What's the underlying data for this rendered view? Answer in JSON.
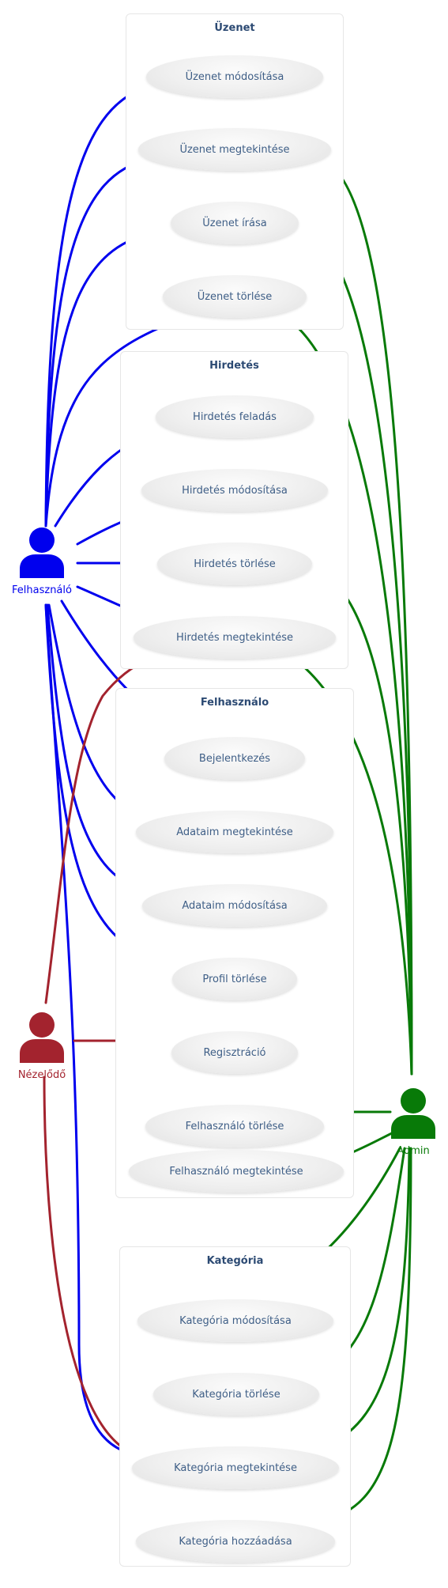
{
  "diagram": {
    "colors": {
      "felhasznalo": "#0000ee",
      "nezelodo": "#a3232e",
      "admin": "#087a08",
      "package_title": "#2c4a73",
      "usecase_text": "#3e5e86"
    },
    "packages": {
      "uzenet": {
        "title": "Üzenet"
      },
      "hirdetes": {
        "title": "Hirdetés"
      },
      "felhasznalo": {
        "title": "Felhasználo"
      },
      "kategoria": {
        "title": "Kategória"
      }
    },
    "actors": {
      "felhasznalo": {
        "label": "Felhasználó",
        "icon": "user-icon"
      },
      "nezelodo": {
        "label": "Nézelődő",
        "icon": "user-icon"
      },
      "admin": {
        "label": "Admin",
        "icon": "user-icon"
      }
    },
    "usecases": {
      "uzenet_mod": "Üzenet módosítása",
      "uzenet_megt": "Üzenet megtekintése",
      "uzenet_iras": "Üzenet írása",
      "uzenet_torl": "Üzenet törlése",
      "hird_felad": "Hirdetés feladás",
      "hird_mod": "Hirdetés módosítása",
      "hird_torl": "Hirdetés törlése",
      "hird_megt": "Hirdetés megtekintése",
      "bejelentkezes": "Bejelentkezés",
      "adataim_megt": "Adataim megtekintése",
      "adataim_mod": "Adataim módosítása",
      "profil_torl": "Profil törlése",
      "regisztracio": "Regisztráció",
      "felh_torl": "Felhasználó törlése",
      "felh_megt": "Felhasználó megtekintése",
      "kat_mod": "Kategória módosítása",
      "kat_torl": "Kategória törlése",
      "kat_megt": "Kategória megtekintése",
      "kat_hozza": "Kategória hozzáadása"
    },
    "associations": [
      {
        "actor": "felhasznalo",
        "usecase": "uzenet_mod"
      },
      {
        "actor": "felhasznalo",
        "usecase": "uzenet_megt"
      },
      {
        "actor": "felhasznalo",
        "usecase": "uzenet_iras"
      },
      {
        "actor": "felhasznalo",
        "usecase": "uzenet_torl"
      },
      {
        "actor": "felhasznalo",
        "usecase": "hird_felad"
      },
      {
        "actor": "felhasznalo",
        "usecase": "hird_mod"
      },
      {
        "actor": "felhasznalo",
        "usecase": "hird_torl"
      },
      {
        "actor": "felhasznalo",
        "usecase": "hird_megt"
      },
      {
        "actor": "felhasznalo",
        "usecase": "bejelentkezes"
      },
      {
        "actor": "felhasznalo",
        "usecase": "adataim_megt"
      },
      {
        "actor": "felhasznalo",
        "usecase": "adataim_mod"
      },
      {
        "actor": "felhasznalo",
        "usecase": "profil_torl"
      },
      {
        "actor": "felhasznalo",
        "usecase": "kat_megt"
      },
      {
        "actor": "nezelodo",
        "usecase": "hird_megt"
      },
      {
        "actor": "nezelodo",
        "usecase": "regisztracio"
      },
      {
        "actor": "nezelodo",
        "usecase": "kat_megt"
      },
      {
        "actor": "admin",
        "usecase": "uzenet_megt"
      },
      {
        "actor": "admin",
        "usecase": "uzenet_iras"
      },
      {
        "actor": "admin",
        "usecase": "uzenet_torl"
      },
      {
        "actor": "admin",
        "usecase": "hird_torl"
      },
      {
        "actor": "admin",
        "usecase": "hird_megt"
      },
      {
        "actor": "admin",
        "usecase": "felh_torl"
      },
      {
        "actor": "admin",
        "usecase": "felh_megt"
      },
      {
        "actor": "admin",
        "usecase": "kat_mod"
      },
      {
        "actor": "admin",
        "usecase": "kat_torl"
      },
      {
        "actor": "admin",
        "usecase": "kat_megt"
      },
      {
        "actor": "admin",
        "usecase": "kat_hozza"
      }
    ]
  }
}
